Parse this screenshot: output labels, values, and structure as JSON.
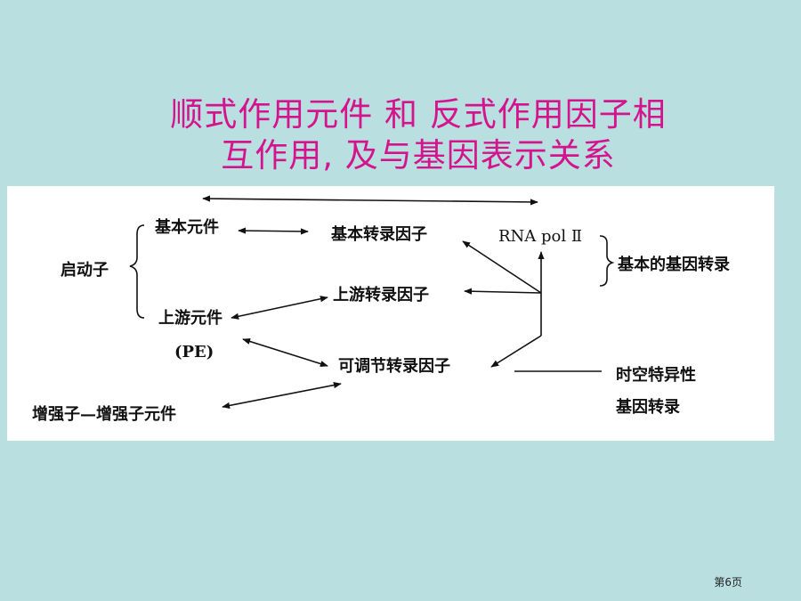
{
  "title": {
    "line1": "顺式作用元件 和 反式作用因子相",
    "line2": "互作用, 及与基因表示关系"
  },
  "diagram": {
    "promoter": "启动子",
    "basic_element": "基本元件",
    "upstream_element": "上游元件",
    "pe": "(PE)",
    "enhancer": "增强子—增强子元件",
    "basic_tf": "基本转录因子",
    "upstream_tf": "上游转录因子",
    "regulatory_tf": "可调节转录因子",
    "rna_pol": "RNA pol Ⅱ",
    "basic_transcription": "基本的基因转录",
    "spatiotemporal_line1": "时空特异性",
    "spatiotemporal_line2": "基因转录"
  },
  "footer": {
    "page": "第6页"
  }
}
